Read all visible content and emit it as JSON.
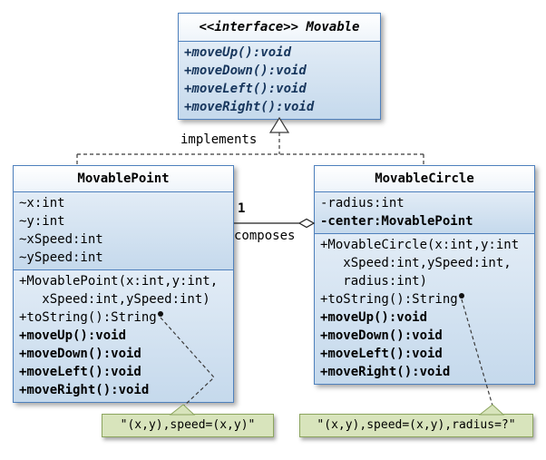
{
  "diagram": {
    "interface": {
      "title": "<<interface>> Movable",
      "methods": [
        "+moveUp():void",
        "+moveDown():void",
        "+moveLeft():void",
        "+moveRight():void"
      ]
    },
    "movable_point": {
      "title": "MovablePoint",
      "attributes": [
        "~x:int",
        "~y:int",
        "~xSpeed:int",
        "~ySpeed:int"
      ],
      "methods": [
        "+MovablePoint(x:int,y:int,",
        "   xSpeed:int,ySpeed:int)",
        "+toString():String",
        "+moveUp():void",
        "+moveDown():void",
        "+moveLeft():void",
        "+moveRight():void"
      ]
    },
    "movable_circle": {
      "title": "MovableCircle",
      "attributes": [
        "-radius:int",
        "-center:MovablePoint"
      ],
      "methods": [
        "+MovableCircle(x:int,y:int",
        "   xSpeed:int,ySpeed:int,",
        "   radius:int)",
        "+toString():String",
        "+moveUp():void",
        "+moveDown():void",
        "+moveLeft():void",
        "+moveRight():void"
      ]
    },
    "labels": {
      "implements": "implements",
      "multiplicity": "1",
      "composes": "composes"
    },
    "notes": {
      "point_tostring": "\"(x,y),speed=(x,y)\"",
      "circle_tostring": "\"(x,y),speed=(x,y),radius=?\""
    },
    "colors": {
      "box_border": "#4f81bd",
      "box_fill": "#cfe0f0",
      "note_fill": "#d8e4bc",
      "note_border": "#8ca55e"
    }
  }
}
